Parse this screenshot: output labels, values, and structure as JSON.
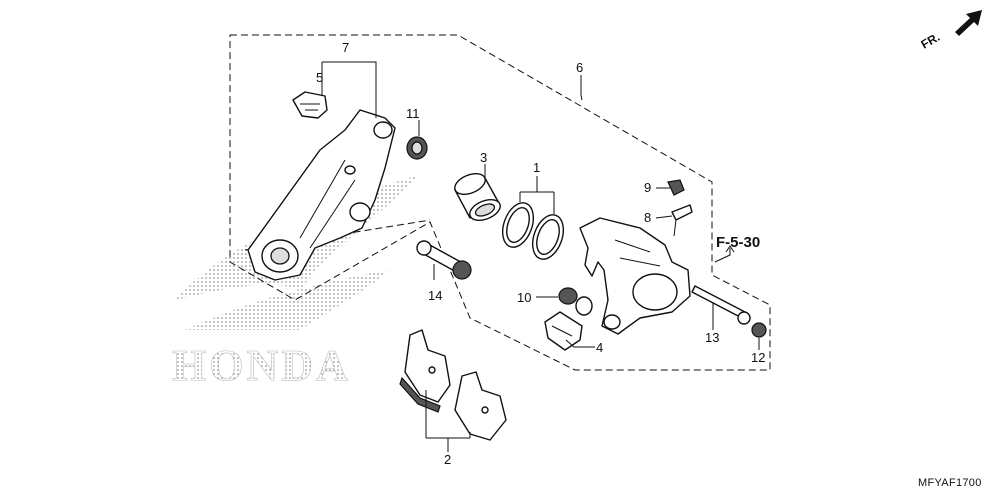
{
  "watermark": {
    "text": "HONDA"
  },
  "direction": {
    "label": "FR."
  },
  "reference": {
    "label": "F-5-30"
  },
  "diagram_code": "MFYAF1700",
  "callouts": {
    "c1": "1",
    "c2": "2",
    "c3": "3",
    "c4": "4",
    "c5": "5",
    "c6": "6",
    "c7": "7",
    "c8": "8",
    "c9": "9",
    "c10": "10",
    "c11": "11",
    "c12": "12",
    "c13": "13",
    "c14": "14"
  }
}
